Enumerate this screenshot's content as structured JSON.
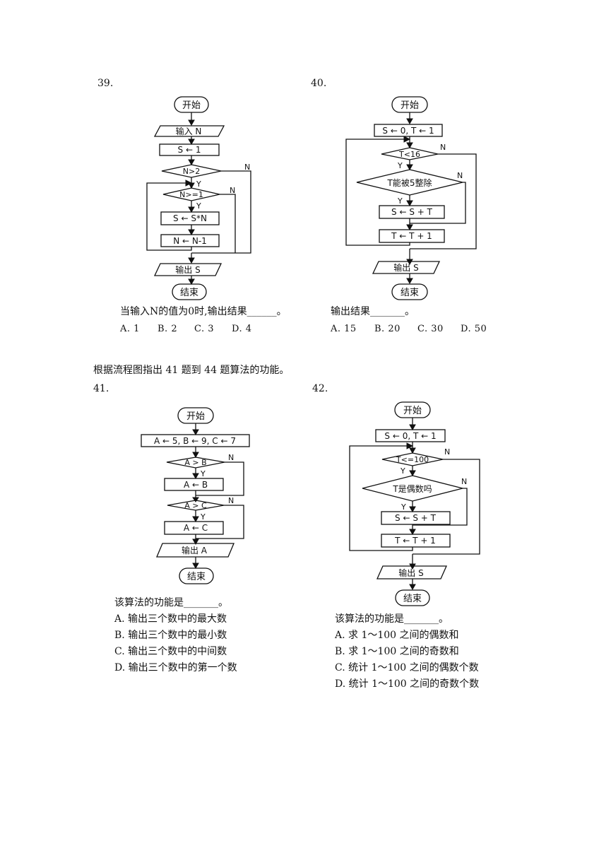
{
  "q39": {
    "number": "39.",
    "start": "开始",
    "input": "输入 N",
    "s_init": "S ← 1",
    "cond1": "N>2",
    "cond2": "N>=1",
    "calc": "S ← S*N",
    "dec": "N ← N-1",
    "output": "输出 S",
    "end": "结束",
    "yes": "Y",
    "no": "N",
    "question": "当输入N的值为0时,输出结果______。",
    "options": [
      "A. 1",
      "B. 2",
      "C. 3",
      "D. 4"
    ]
  },
  "q40": {
    "number": "40.",
    "start": "开始",
    "init": "S ← 0, T ← 1",
    "cond1": "T<16",
    "cond2": "T能被5整除",
    "calc": "S ← S + T",
    "inc": "T ← T + 1",
    "output": "输出 S",
    "end": "结束",
    "yes": "Y",
    "no": "N",
    "question": "输出结果_______。",
    "options": [
      "A. 15",
      "B. 20",
      "C. 30",
      "D. 50"
    ]
  },
  "instruction": "根据流程图指出 41 题到 44 题算法的功能。",
  "q41": {
    "number": "41.",
    "start": "开始",
    "init": "A ← 5, B ← 9, C ← 7",
    "cond1": "A > B",
    "assign1": "A ← B",
    "cond2": "A > C",
    "assign2": "A ← C",
    "output": "输出 A",
    "end": "结束",
    "yes": "Y",
    "no": "N",
    "question": "该算法的功能是_______。",
    "options": [
      "A.  输出三个数中的最大数",
      "B.  输出三个数中的最小数",
      "C.  输出三个数中的中间数",
      "D.  输出三个数中的第一个数"
    ]
  },
  "q42": {
    "number": "42.",
    "start": "开始",
    "init": "S ← 0, T ← 1",
    "cond1": "T<=100",
    "cond2": "T是偶数吗",
    "calc": "S ← S + T",
    "inc": "T ← T + 1",
    "output": "输出 S",
    "end": "结束",
    "yes": "Y",
    "no": "N",
    "question": "该算法的功能是_______。",
    "options": [
      "A.  求 1～100 之间的偶数和",
      "B.  求 1～100 之间的奇数和",
      "C.  统计 1～100 之间的偶数个数",
      "D.  统计 1～100 之间的奇数个数"
    ]
  }
}
